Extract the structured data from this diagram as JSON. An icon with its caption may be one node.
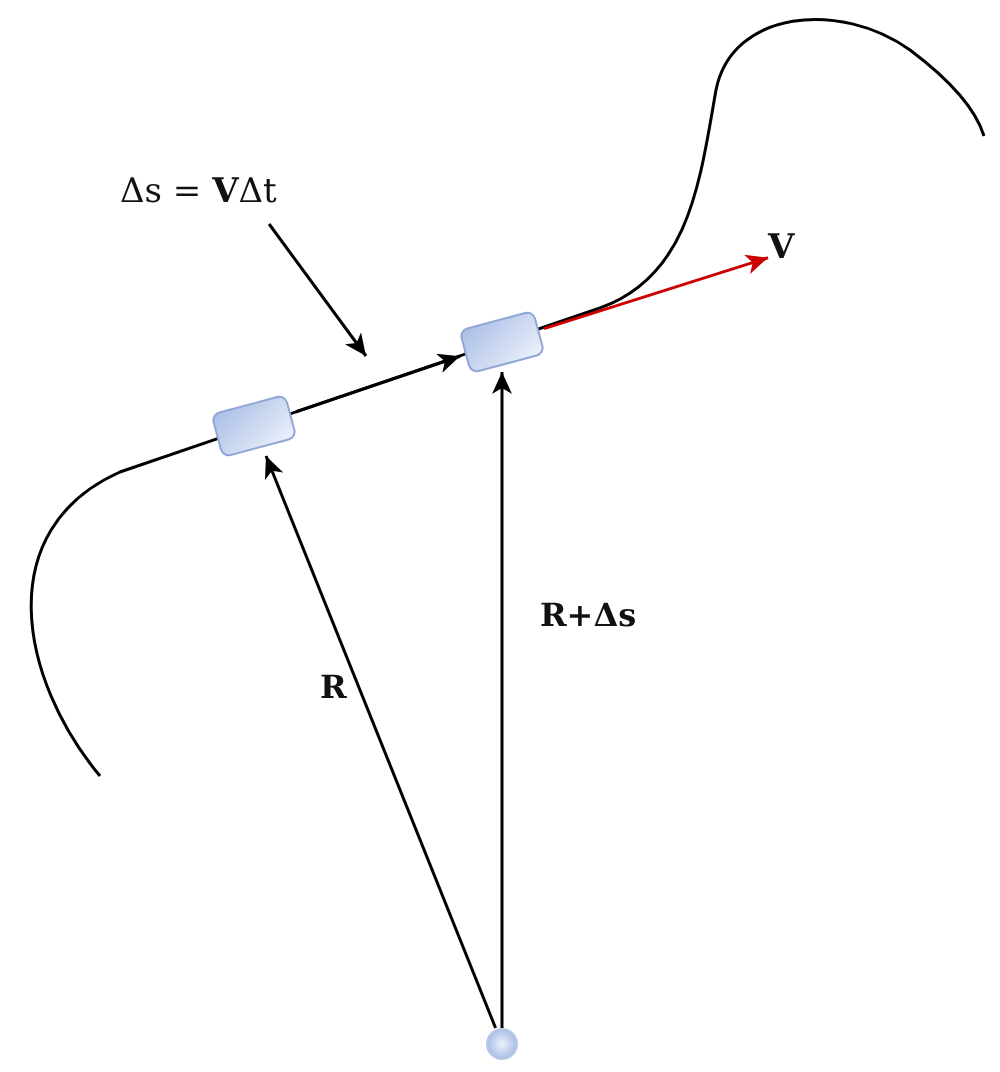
{
  "diagram": {
    "nodes": [
      {
        "text": [],
        "shape": "box"
      },
      {
        "text": [],
        "shape": "box"
      },
      {
        "text": [],
        "shape": "circle"
      },
      {
        "text": [
          "V"
        ]
      },
      {
        "text": [
          "Δs = **V**Δt"
        ]
      }
    ],
    "edges": [
      {
        "from": 2,
        "to": 0,
        "arrow": "to",
        "label": "R"
      },
      {
        "from": 2,
        "to": 1,
        "arrow": "to",
        "label": "R+Δs"
      },
      {
        "from": 0,
        "to": 1,
        "arrow": "to"
      },
      {
        "from": 1,
        "to": 3,
        "arrow": "to",
        "color": "#cc0000"
      },
      {
        "from": 4,
        "to": null,
        "arrow": "to"
      }
    ]
  }
}
